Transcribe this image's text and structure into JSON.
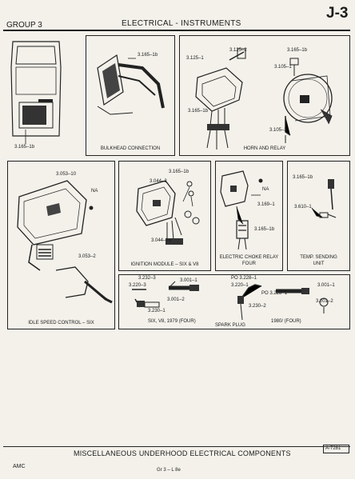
{
  "header": {
    "group": "GROUP 3",
    "section": "ELECTRICAL - INSTRUMENTS",
    "page_id": "J-3"
  },
  "panels": {
    "vehicle": {
      "labels": [
        "3.165–1b"
      ]
    },
    "bulkhead": {
      "caption": "BULKHEAD CONNECTION",
      "labels": [
        "3.165–1b"
      ]
    },
    "horn": {
      "caption": "HORN AND RELAY",
      "labels": [
        "3.125–2",
        "3.165–1b",
        "3.125–1",
        "3.105–1",
        "3.165–1b",
        "3.105–3"
      ]
    },
    "idle": {
      "caption": "IDLE SPEED CONTROL – SIX",
      "labels": [
        "3.053–10",
        "NA",
        "3.053–2"
      ]
    },
    "ignition": {
      "caption": "IGNITION MODULE – SIX & V8",
      "labels": [
        "3.165–1b",
        "3.044–2",
        "3.044–1a"
      ]
    },
    "choke": {
      "caption": "ELECTRIC CHOKE RELAY",
      "caption2": "FOUR",
      "labels": [
        "NA",
        "3.169–1",
        "3.165–1b"
      ]
    },
    "temp": {
      "caption": "TEMP. SENDING",
      "caption2": "UNIT",
      "labels": [
        "3.165–1b",
        "3.610–1"
      ]
    },
    "sparkplug": {
      "caption": "SPARK PLUG",
      "left_caption": "SIX, V8, 1979 (FOUR)",
      "right_caption": "1980/  (FOUR)",
      "left_labels": [
        "3.232–3",
        "3.220–3",
        "3.001–1",
        "3.001–2",
        "3.230–1"
      ],
      "right_labels": [
        "PO 3.228–1",
        "3.220–1",
        "PO 3.228–1",
        "3.001–1",
        "3.230–2",
        "3.001–2"
      ]
    }
  },
  "footer": {
    "title": "MISCELLANEOUS UNDERHOOD ELECTRICAL COMPONENTS",
    "ref": "A-7281",
    "brand": "AMC",
    "page_ref": "Gr 3 – L 8e"
  }
}
